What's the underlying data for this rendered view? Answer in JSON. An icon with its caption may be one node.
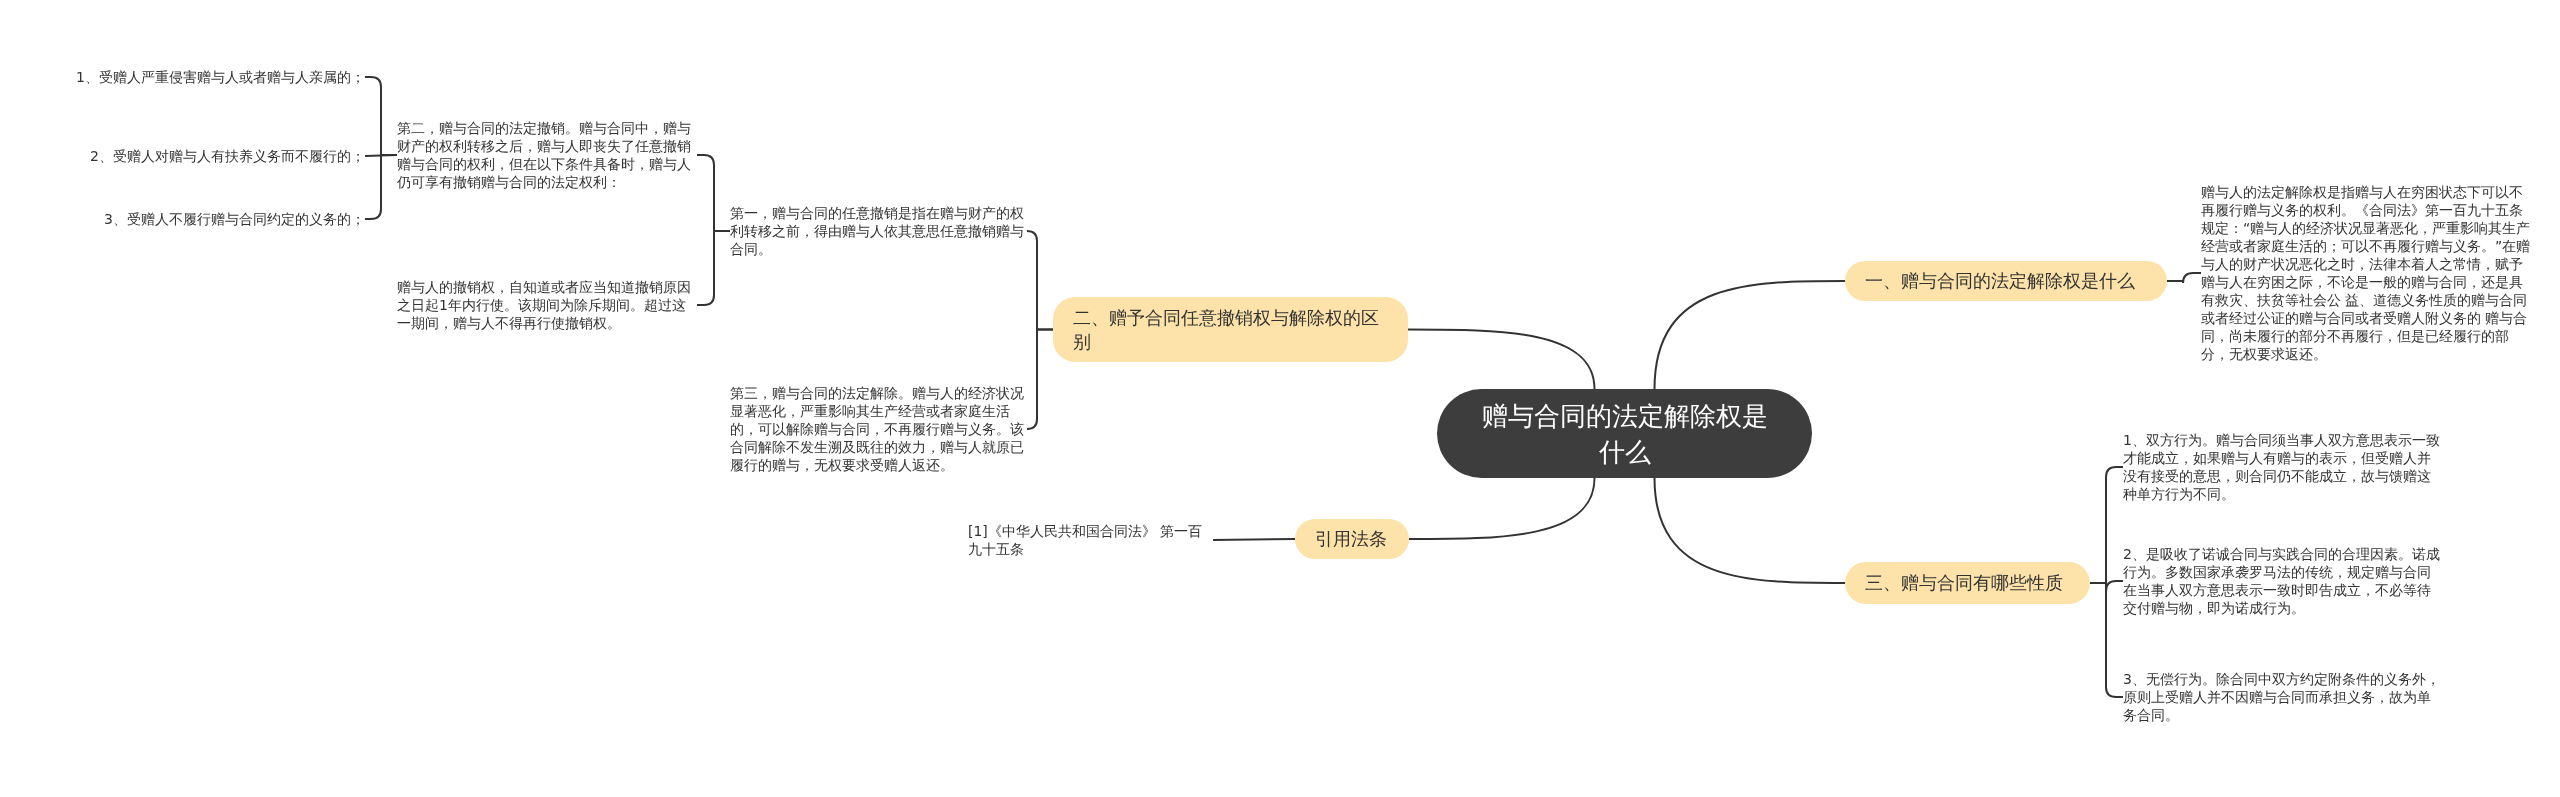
{
  "diagram": {
    "nodes": [
      {
        "text": [
          "赠与合同的法定解除权是什么"
        ]
      },
      {
        "text": [
          "一、赠与合同的法定解除权是什么"
        ]
      },
      {
        "text": [
          "赠与人的法定解除权是指赠与人在穷困状态下可以不再履行赠与义务的权利。《合同法》第一百九十五条规定：“赠与人的经济状况显著恶化，严重影响其生产经营或者家庭生活的；可以不再履行赠与义务。”在赠与人的财产状况恶化之时，法律本着人之常情，赋予赠与人在穷困之际，不论是一般的赠与合同，还是具有救灾、扶贫等社会公 益、道德义务性质的赠与合同或者经过公证的赠与合同或者受赠人附义务的 赠与合同，尚未履行的部分不再履行，但是已经履行的部分，无权要求返还。"
        ]
      },
      {
        "text": [
          "三、赠与合同有哪些性质"
        ]
      },
      {
        "text": [
          "1、双方行为。赠与合同须当事人双方意思表示一致才能成立，如果赠与人有赠与的表示，但受赠人并没有接受的意思，则合同仍不能成立，故与馈赠这种单方行为不同。"
        ]
      },
      {
        "text": [
          "2、是吸收了诺诚合同与实践合同的合理因素。诺成行为。多数国家承袭罗马法的传统，规定赠与合同在当事人双方意思表示一致时即告成立，不必等待交付赠与物，即为诺成行为。"
        ]
      },
      {
        "text": [
          "3、无偿行为。除合同中双方约定附条件的义务外，原则上受赠人并不因赠与合同而承担义务，故为单务合同。"
        ]
      },
      {
        "text": [
          "二、赠予合同任意撤销权与解除权的区别"
        ]
      },
      {
        "text": [
          "第一，赠与合同的任意撤销是指在赠与财产的权利转移之前，得由赠与人依其意思任意撤销赠与合同。"
        ]
      },
      {
        "text": [
          "第二，赠与合同的法定撤销。赠与合同中，赠与财产的权利转移之后，赠与人即丧失了任意撤销赠与合同的权利，但在以下条件具备时，赠与人仍可享有撤销赠与合同的法定权利："
        ]
      },
      {
        "text": [
          "1、受赠人严重侵害赠与人或者赠与人亲属的；"
        ]
      },
      {
        "text": [
          "2、受赠人对赠与人有扶养义务而不履行的；"
        ]
      },
      {
        "text": [
          "3、受赠人不履行赠与合同约定的义务的；"
        ]
      },
      {
        "text": [
          "赠与人的撤销权，自知道或者应当知道撤销原因之日起1年内行使。该期间为除斥期间。超过这一期间，赠与人不得再行使撤销权。"
        ]
      },
      {
        "text": [
          "第三，赠与合同的法定解除。赠与人的经济状况显著恶化，严重影响其生产经营或者家庭生活的，可以解除赠与合同，不再履行赠与义务。该合同解除不发生溯及既往的效力，赠与人就原已履行的赠与，无权要求受赠人返还。"
        ]
      },
      {
        "text": [
          "引用法条"
        ]
      },
      {
        "text": [
          "[1]《中华人民共和国合同法》 第一百九十五条"
        ]
      }
    ],
    "edges": [
      {
        "from": 0,
        "to": 1,
        "arrow": "none"
      },
      {
        "from": 1,
        "to": 2,
        "arrow": "none"
      },
      {
        "from": 0,
        "to": 3,
        "arrow": "none"
      },
      {
        "from": 3,
        "to": 4,
        "arrow": "none"
      },
      {
        "from": 3,
        "to": 5,
        "arrow": "none"
      },
      {
        "from": 3,
        "to": 6,
        "arrow": "none"
      },
      {
        "from": 0,
        "to": 7,
        "arrow": "none"
      },
      {
        "from": 7,
        "to": 8,
        "arrow": "none"
      },
      {
        "from": 8,
        "to": 9,
        "arrow": "none"
      },
      {
        "from": 9,
        "to": 10,
        "arrow": "none"
      },
      {
        "from": 9,
        "to": 11,
        "arrow": "none"
      },
      {
        "from": 9,
        "to": 12,
        "arrow": "none"
      },
      {
        "from": 8,
        "to": 13,
        "arrow": "none"
      },
      {
        "from": 7,
        "to": 14,
        "arrow": "none"
      },
      {
        "from": 0,
        "to": 15,
        "arrow": "none"
      },
      {
        "from": 15,
        "to": 16,
        "arrow": "none"
      }
    ]
  }
}
